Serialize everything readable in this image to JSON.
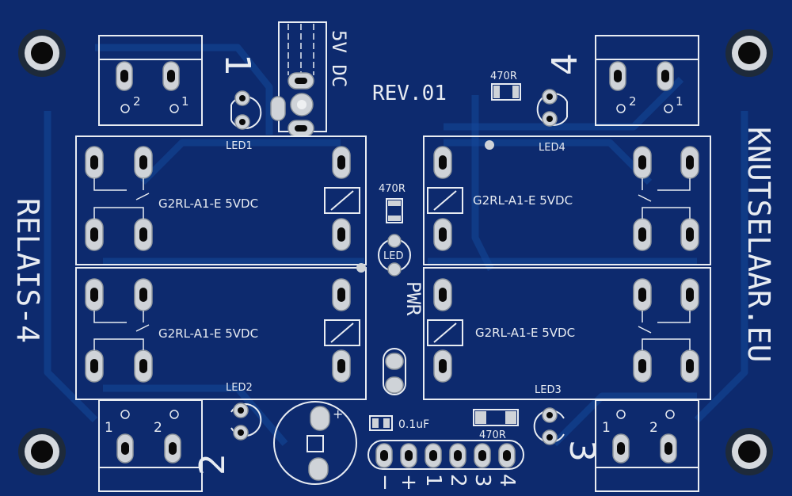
{
  "board": {
    "colors": {
      "substrate": "#0d2a6e",
      "copper_trace": "#14489a",
      "silkscreen": "#e8ecf2",
      "pad": "#cfd3d8"
    },
    "revision": "REV.01",
    "brand_vertical": "KNUTSELAAR.EU",
    "title_vertical": "RELAIS-4",
    "power_label": "5V DC",
    "pwr_label": "PWR",
    "relay_channels": [
      {
        "number": "1",
        "led": "LED1",
        "relay": "G2RL-A1-E 5VDC"
      },
      {
        "number": "4",
        "led": "LED4",
        "relay": "G2RL-A1-E 5VDC"
      },
      {
        "number": "2",
        "led": "LED2",
        "relay": "G2RL-A1-E 5VDC"
      },
      {
        "number": "3",
        "led": "LED3",
        "relay": "G2RL-A1-E 5VDC"
      }
    ],
    "terminal_pin_labels": {
      "one": "1",
      "two": "2"
    },
    "resistors": {
      "r_top": "470R",
      "r_mid": "470R",
      "r_bottom": "470R"
    },
    "power_led": "LED",
    "capacitor": "0.1uF",
    "cap_polarity": "+",
    "header_pins": {
      "minus": "−",
      "plus": "+",
      "p1": "1",
      "p2": "2",
      "p3": "3",
      "p4": "4"
    }
  }
}
